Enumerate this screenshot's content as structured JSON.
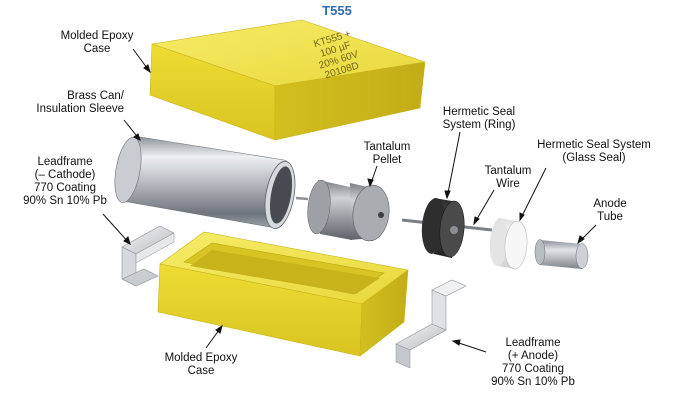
{
  "title": "T555",
  "case_marking": [
    "KT555 +",
    "100 µF",
    "20% 60V",
    "20108D"
  ],
  "labels": {
    "molded_epoxy_case_top": [
      "Molded Epoxy",
      "Case"
    ],
    "brass_can": [
      "Brass Can/",
      "Insulation Sleeve"
    ],
    "leadframe_cathode": [
      "Leadframe",
      "(– Cathode)",
      "770 Coating",
      "90% Sn 10% Pb"
    ],
    "tantalum_pellet": [
      "Tantalum",
      "Pellet"
    ],
    "hermetic_seal_ring": [
      "Hermetic Seal",
      "System (Ring)"
    ],
    "hermetic_seal_glass": [
      "Hermetic Seal System",
      "(Glass Seal)"
    ],
    "tantalum_wire": [
      "Tantalum",
      "Wire"
    ],
    "anode_tube": [
      "Anode",
      "Tube"
    ],
    "molded_epoxy_case_bottom": [
      "Molded Epoxy",
      "Case"
    ],
    "leadframe_anode": [
      "Leadframe",
      "(+ Anode)",
      "770 Coating",
      "90% Sn 10% Pb"
    ]
  },
  "colors": {
    "title": "#2e6db4",
    "epoxy": "#f2e64a",
    "metal": "#b8bcc2",
    "seal_ring": "#3a3a3a",
    "glass_seal": "#f4f4f4"
  }
}
